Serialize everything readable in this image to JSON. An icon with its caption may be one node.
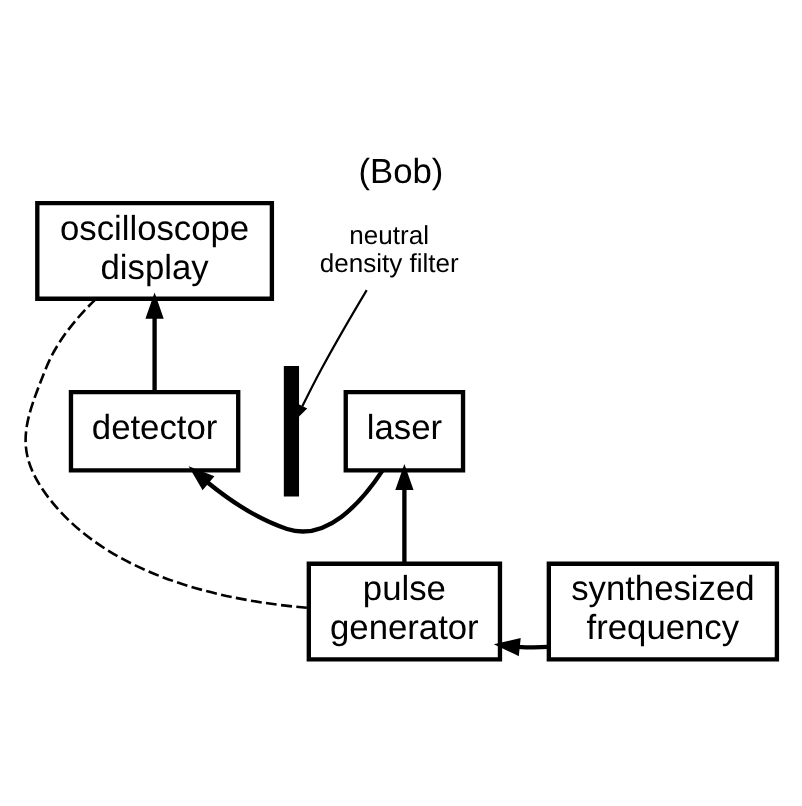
{
  "diagram": {
    "title": "(Bob)",
    "nodes": [
      {
        "text": [
          "oscilloscope display"
        ]
      },
      {
        "text": [
          "detector"
        ]
      },
      {
        "text": [
          "laser"
        ]
      },
      {
        "text": [
          "pulse generator"
        ]
      },
      {
        "text": [
          "synthesized frequency"
        ]
      },
      {
        "text": [
          "neutral density filter"
        ]
      },
      {
        "text": [],
        "shape": "bar"
      }
    ],
    "edges": [
      {
        "from": 1,
        "to": 0,
        "arrow": "to"
      },
      {
        "from": 2,
        "to": 1,
        "arrow": "to"
      },
      {
        "from": 3,
        "to": 2,
        "arrow": "to"
      },
      {
        "from": 4,
        "to": 3,
        "arrow": "to"
      },
      {
        "from": 5,
        "to": 6,
        "arrow": "to"
      },
      {
        "from": 0,
        "to": 3,
        "arrow": "none",
        "style": "dashed"
      }
    ]
  }
}
